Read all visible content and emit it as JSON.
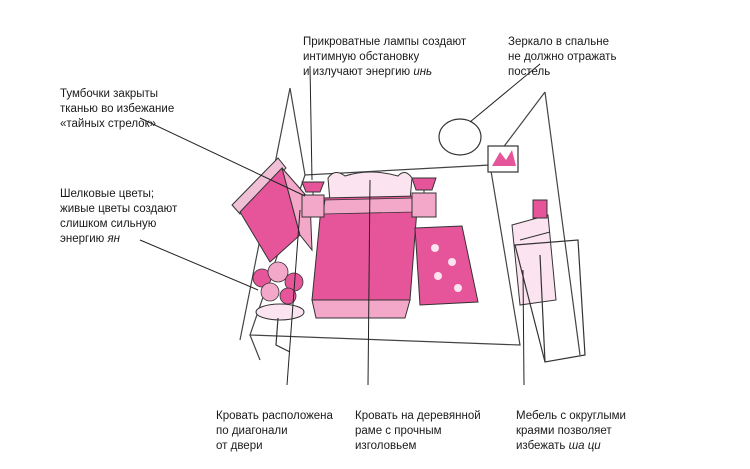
{
  "labels": {
    "nightstands": "Тумбочки закрыты\nтканью во избежание\n«тайных стрелок»",
    "lamps_main": "Прикроватные лампы создают\nинтимную обстановку\nи излучают энергию ",
    "lamps_em": "инь",
    "mirror": "Зеркало в спальне\nне должно отражать\nпостель",
    "flowers_main": "Шелковые цветы;\nживые цветы создают\nслишком сильную\nэнергию ",
    "flowers_em": "ян",
    "bed_diagonal": "Кровать расположена\nпо диагонали\nот двери",
    "bed_frame": "Кровать на деревянной\nраме с прочным\nизголовьем",
    "furniture_main": "Мебель с округлыми\nкраями позволяет\nизбежать ",
    "furniture_em": "ша ци"
  },
  "colors": {
    "pink": "#e6559a",
    "pink_light": "#f3a7c9",
    "pink_pale": "#fbe3ef",
    "line": "#222222"
  }
}
